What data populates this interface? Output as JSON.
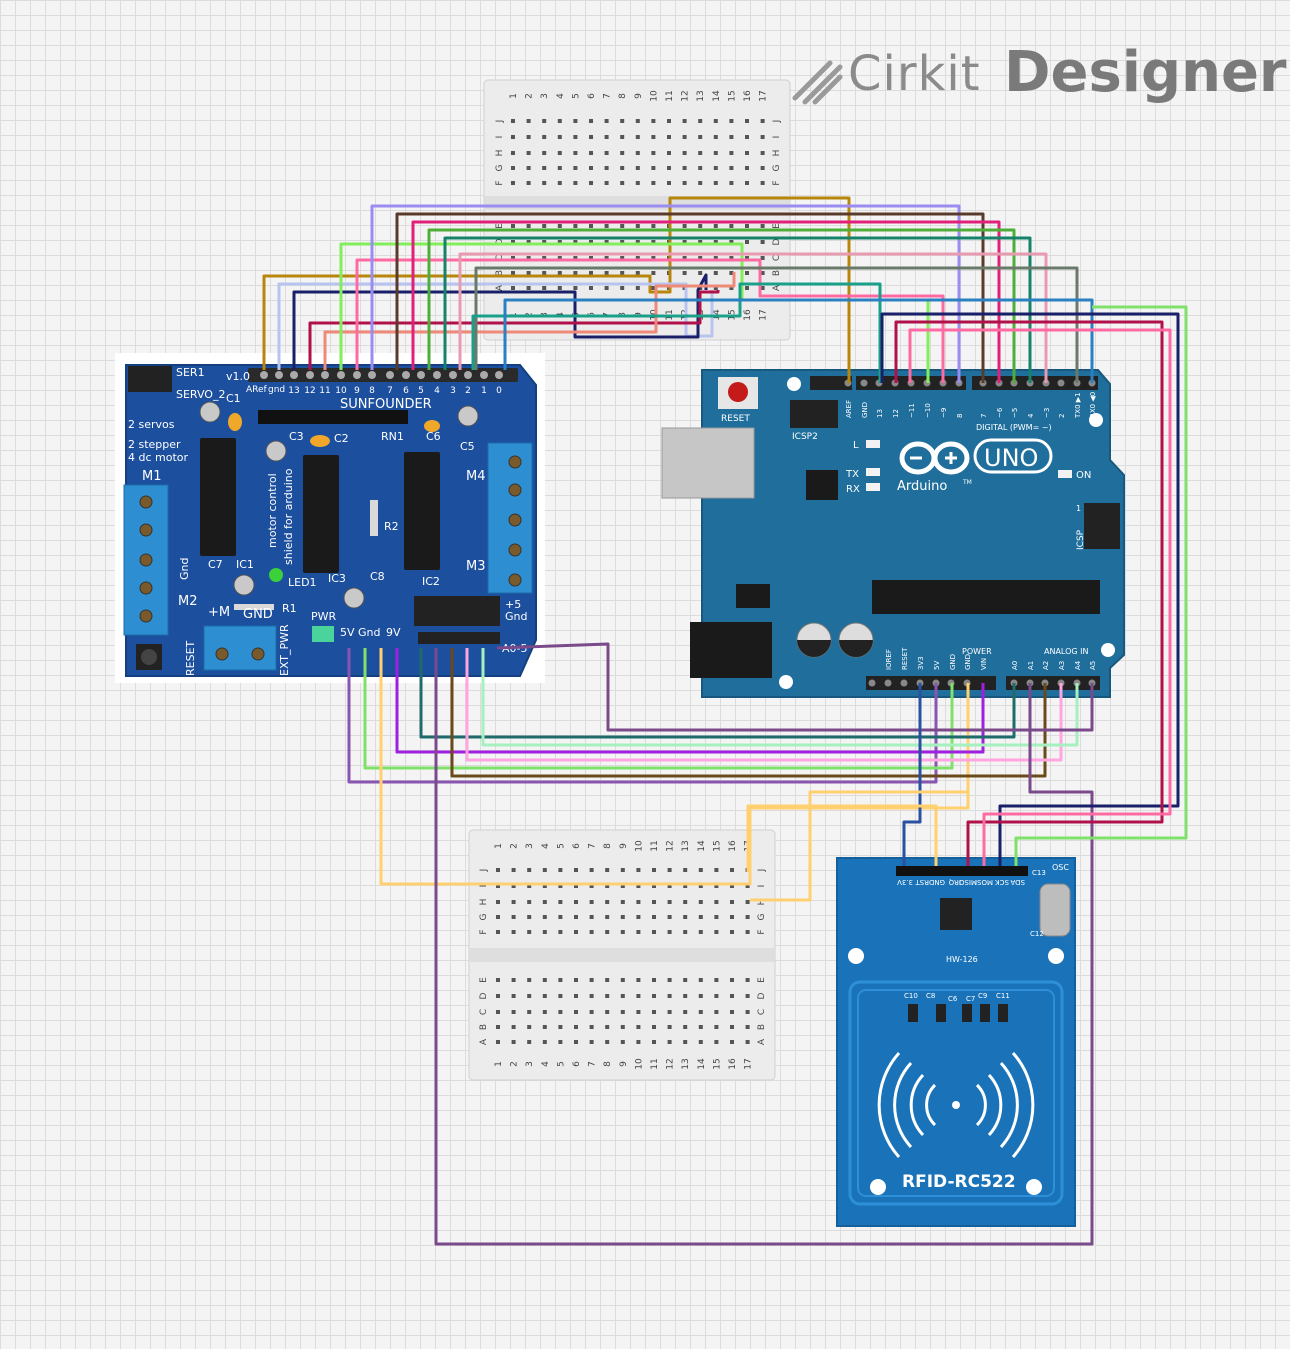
{
  "logo": {
    "brand": "Cirkit",
    "product": "Designer"
  },
  "breadboard_top": {
    "column_numbers": [
      "1",
      "2",
      "3",
      "4",
      "5",
      "6",
      "7",
      "8",
      "9",
      "10",
      "11",
      "12",
      "13",
      "14",
      "15",
      "16",
      "17"
    ],
    "row_letters_upper": [
      "J",
      "I",
      "H",
      "G",
      "F"
    ],
    "row_letters_lower": [
      "E",
      "D",
      "C",
      "B",
      "A"
    ],
    "number_row_partial": [
      "10",
      "11",
      "12",
      "13",
      "14",
      "15",
      "16",
      "17"
    ]
  },
  "breadboard_bottom": {
    "column_numbers": [
      "1",
      "2",
      "3",
      "4",
      "5",
      "6",
      "7",
      "8",
      "9",
      "10",
      "11",
      "12",
      "13",
      "14",
      "15",
      "16",
      "17"
    ],
    "row_letters_upper": [
      "J",
      "I",
      "H",
      "G",
      "F"
    ],
    "row_letters_lower": [
      "E",
      "D",
      "C",
      "B",
      "A"
    ]
  },
  "motor_shield": {
    "labels": {
      "ser1": "SER1",
      "servo2": "SERVO_2",
      "servos": "2 servos",
      "stepper": "2 stepper",
      "dcmotor": "4 dc motor",
      "version": "v1.0",
      "maker": "SUNFOUNDER",
      "aref": "ARef",
      "gnd": "gnd",
      "motor_control": "motor control",
      "shield_for_arduino": "shield for arduino",
      "m1": "M1",
      "m2": "M2",
      "m3": "M3",
      "m4": "M4",
      "c1": "C1",
      "c2": "C2",
      "c3": "C3",
      "c5": "C5",
      "c6": "C6",
      "c7": "C7",
      "c8": "C8",
      "rn1": "RN1",
      "ic1": "IC1",
      "ic2": "IC2",
      "ic3": "IC3",
      "led1": "LED1",
      "r1": "R1",
      "r2": "R2",
      "plus_m": "+M",
      "gnd_big": "GND",
      "ext_pwr": "EXT_PWR",
      "pwr": "PWR",
      "v5": "5V",
      "gnd2": "Gnd",
      "v9": "9V",
      "a05": "A0-5",
      "plus5": "+5",
      "gnd_small": "Gnd",
      "reset": "RESET",
      "gnd_side": "Gnd"
    },
    "header_numbers": [
      "13",
      "12",
      "11",
      "10",
      "9",
      "8",
      "7",
      "6",
      "5",
      "4",
      "3",
      "2",
      "1",
      "0"
    ]
  },
  "arduino": {
    "labels": {
      "reset": "RESET",
      "icsp2": "ICSP2",
      "l": "L",
      "tx": "TX",
      "rx": "RX",
      "uno": "UNO",
      "brand": "Arduino",
      "tm": "TM",
      "on": "ON",
      "digital": "DIGITAL (PWM= ~)",
      "icsp": "ICSP",
      "power": "POWER",
      "analog": "ANALOG IN",
      "icsp_one": "1"
    },
    "digital_pins": [
      "AREF",
      "GND",
      "13",
      "12",
      "~11",
      "~10",
      "~9",
      "8",
      "7",
      "~6",
      "~5",
      "4",
      "~3",
      "2",
      "TX0 ▶1",
      "RX0 ◀0"
    ],
    "power_pins": [
      "IOREF",
      "RESET",
      "3V3",
      "5V",
      "GND",
      "GND",
      "VIN"
    ],
    "analog_pins": [
      "A0",
      "A1",
      "A2",
      "A3",
      "A4",
      "A5"
    ]
  },
  "rfid": {
    "pins": [
      "SDA",
      "SCK",
      "MOSI",
      "MISO",
      "IRQ",
      "GND",
      "RST",
      "3.3V"
    ],
    "labels": {
      "osc": "OSC",
      "chip": "HW-126",
      "title": "RFID-RC522",
      "c10": "C10",
      "c8": "C8",
      "c6": "C6",
      "c7": "C7",
      "c9": "C9",
      "c11": "C11",
      "c13": "C13",
      "c12": "C12"
    }
  },
  "colors": {
    "board_blue": "#1f6e9c",
    "shield_blue": "#1c4f9e",
    "rfid_blue": "#1a73b8",
    "wire_gold": "#b8860b",
    "wire_purple": "#8a55b0",
    "wire_pink": "#e0207a"
  }
}
